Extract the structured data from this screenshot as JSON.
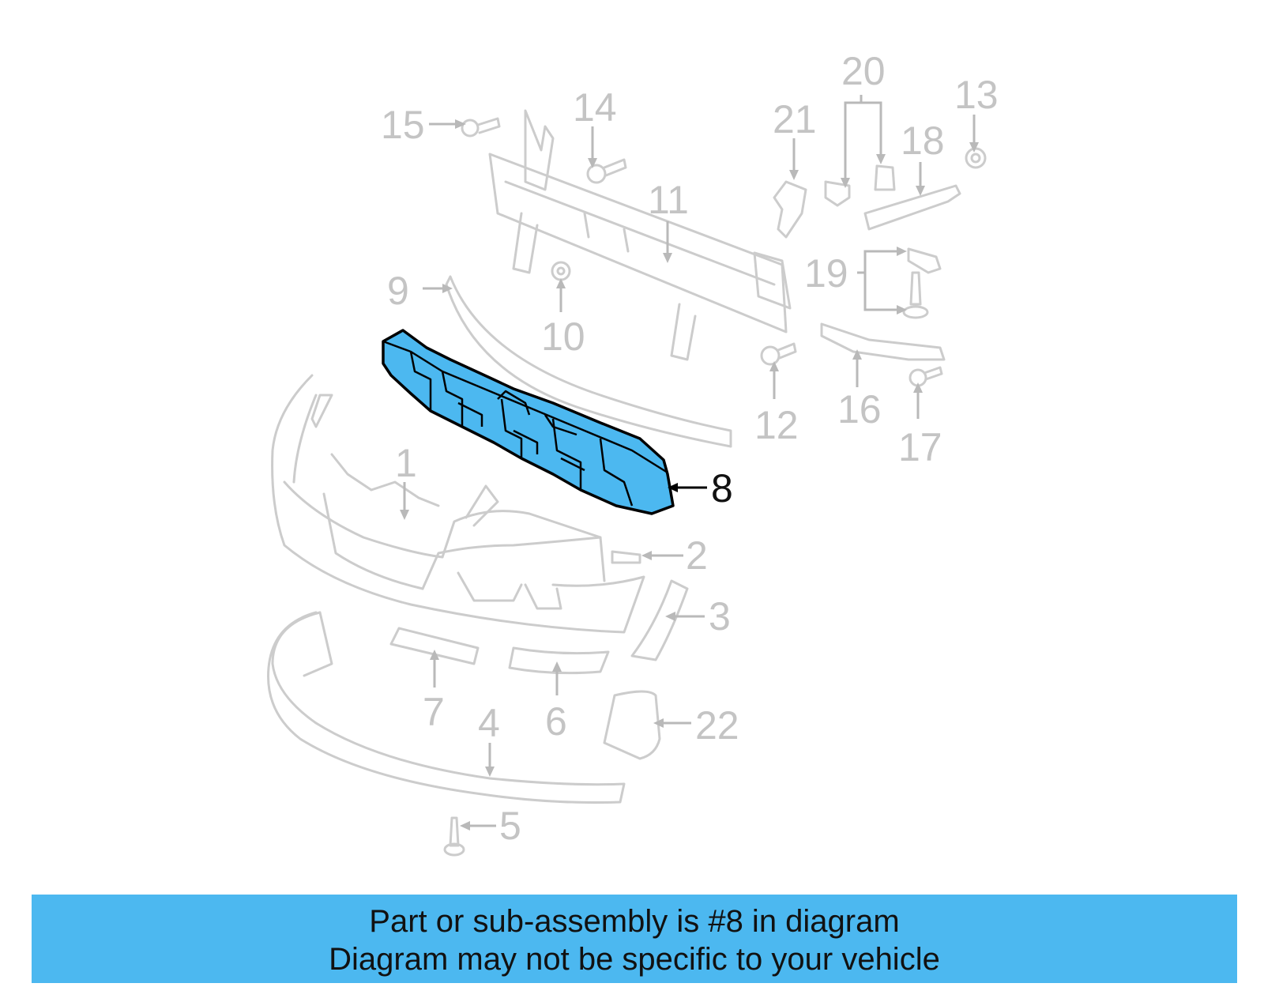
{
  "diagram": {
    "highlighted_part": "8",
    "highlight_color": "#4cb8f0",
    "callouts": [
      "1",
      "2",
      "3",
      "4",
      "5",
      "6",
      "7",
      "8",
      "9",
      "10",
      "11",
      "12",
      "13",
      "14",
      "15",
      "16",
      "17",
      "18",
      "19",
      "20",
      "21",
      "22"
    ]
  },
  "footer": {
    "line1": "Part or sub-assembly is #8 in diagram",
    "line2": "Diagram may not be specific to your vehicle",
    "background": "#4cb8f0"
  }
}
